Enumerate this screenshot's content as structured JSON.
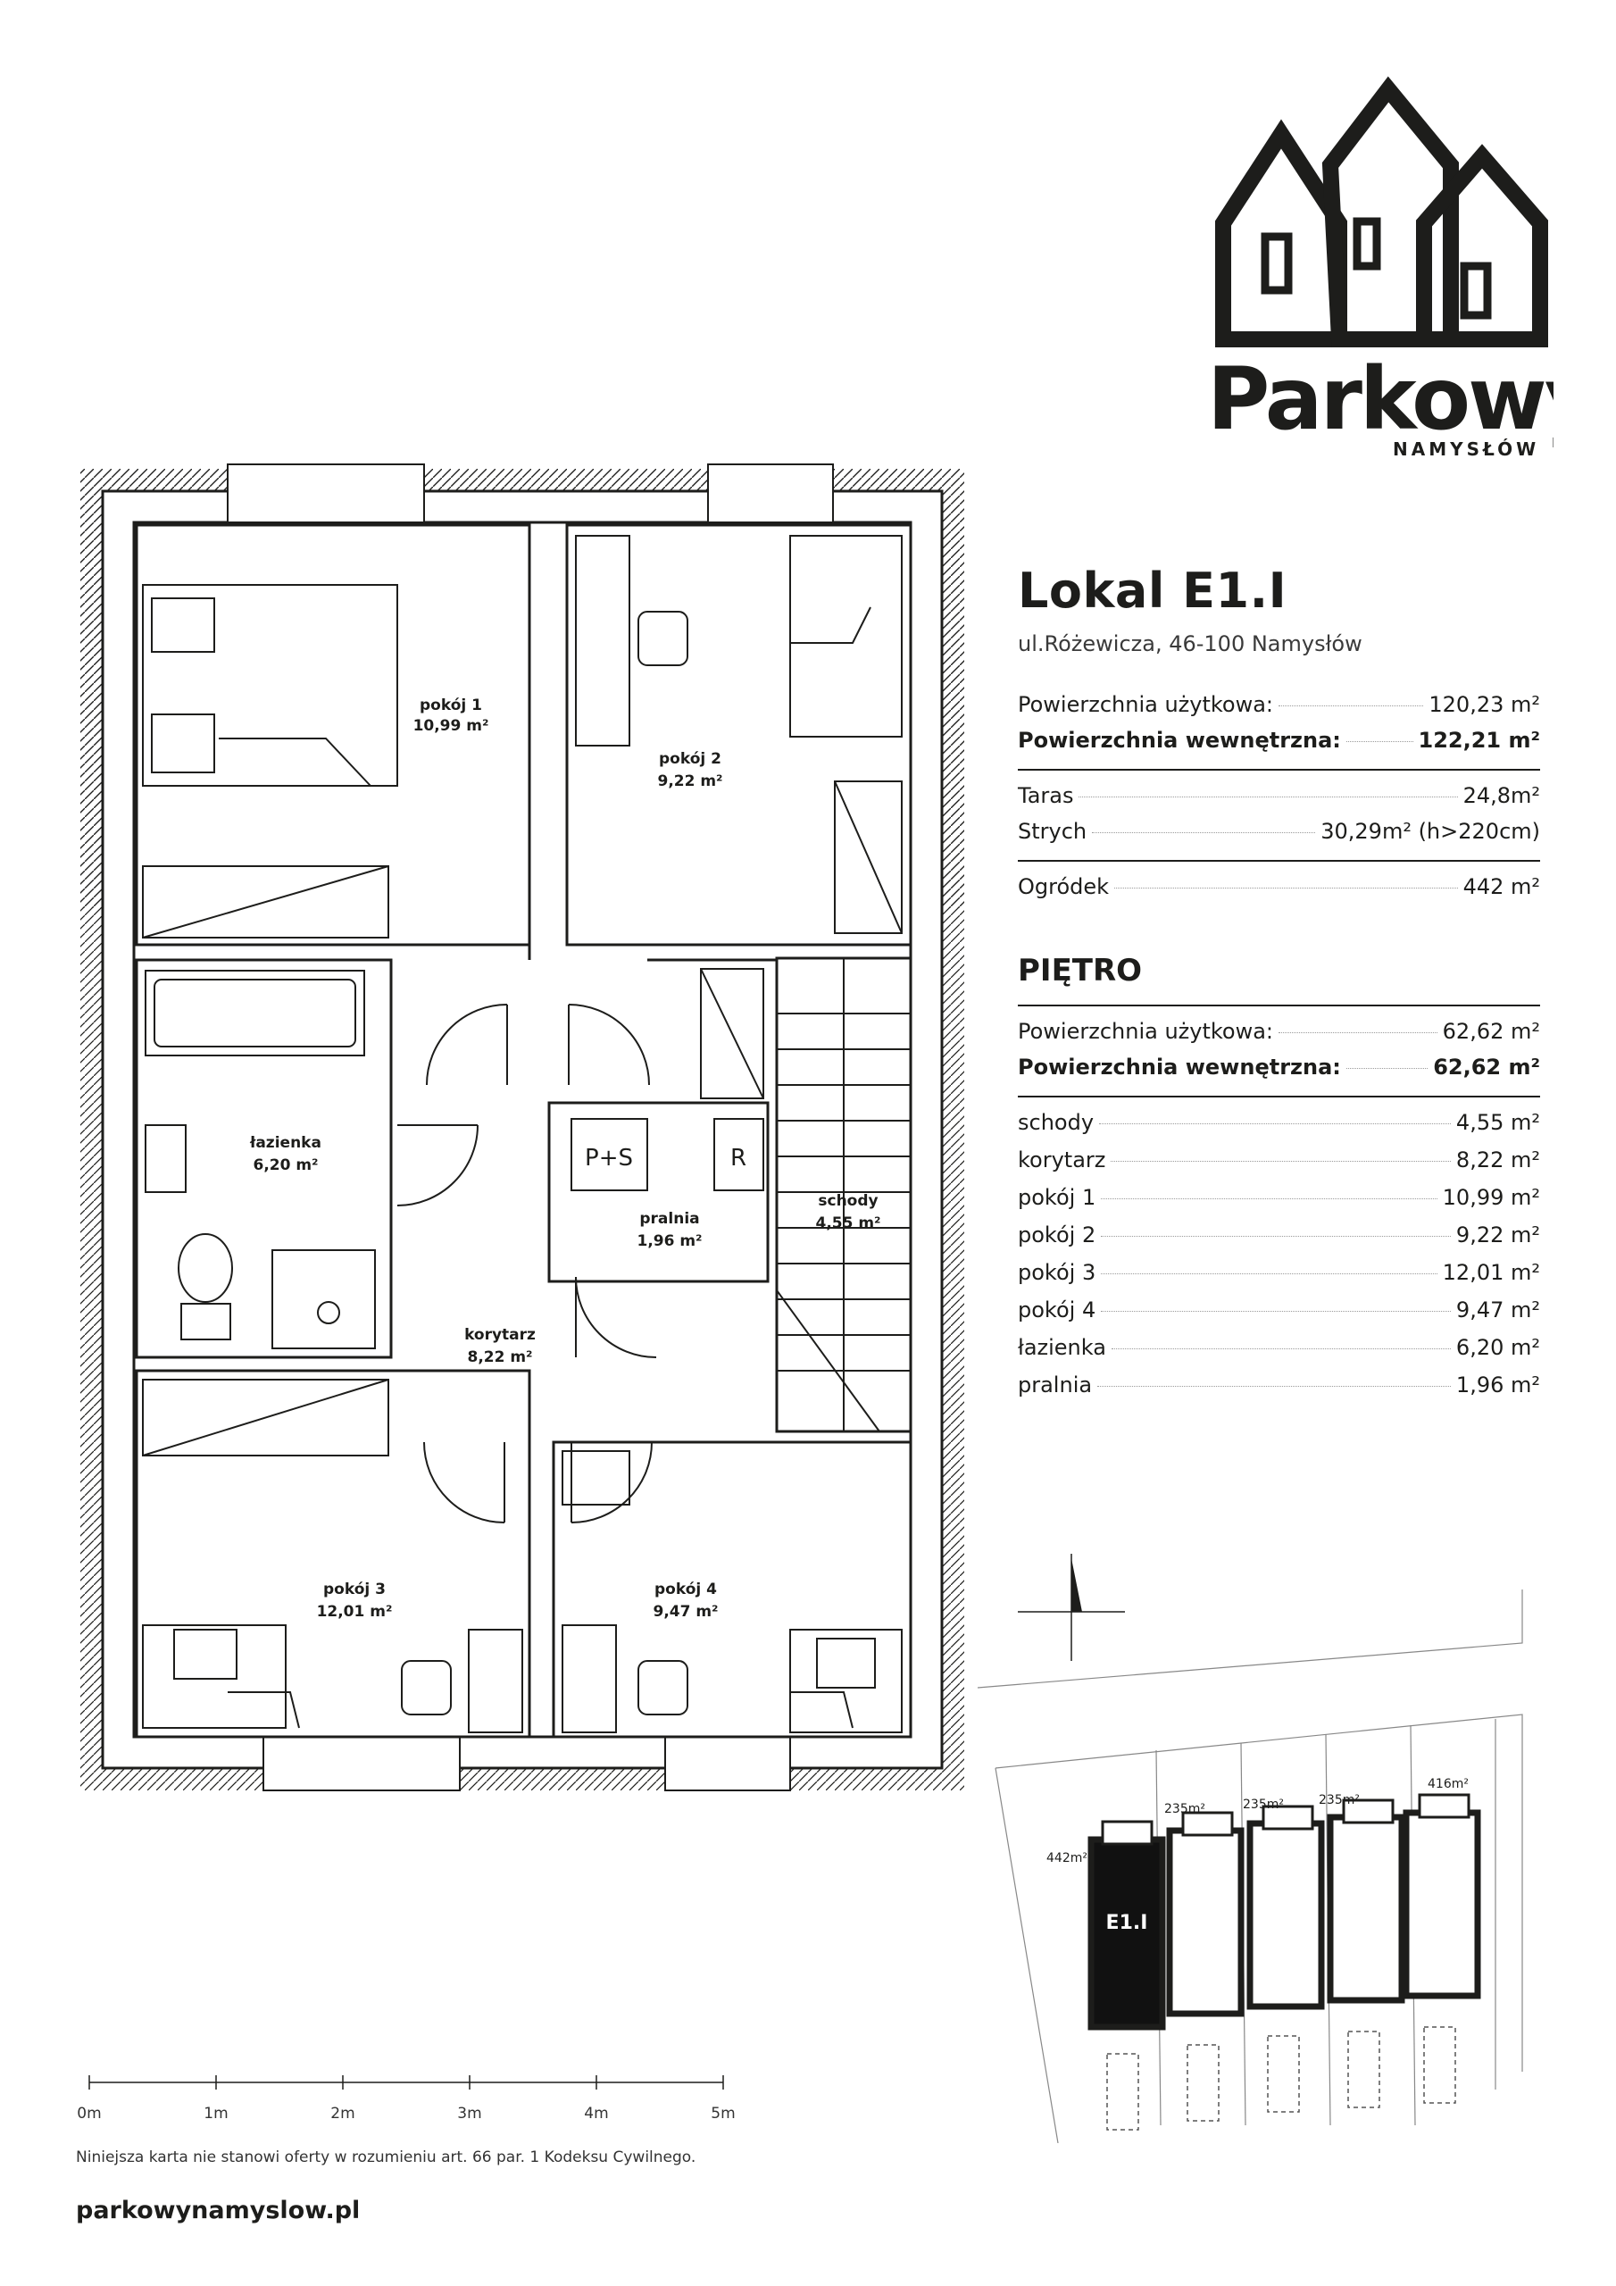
{
  "brand": {
    "name": "Parkowy.",
    "town": "NAMYSŁÓW"
  },
  "unit": {
    "title": "Lokal E1.I",
    "address": "ul.Różewicza, 46-100 Namysłów",
    "summary": [
      {
        "label": "Powierzchnia użytkowa:",
        "value": "120,23 m²",
        "bold": false
      },
      {
        "label": "Powierzchnia wewnętrzna:",
        "value": "122,21 m²",
        "bold": true
      }
    ],
    "extras": [
      {
        "label": "Taras",
        "value": "24,8m²"
      },
      {
        "label": "Strych",
        "value": "30,29m² (h>220cm)"
      }
    ],
    "garden": {
      "label": "Ogródek",
      "value": "442 m²"
    }
  },
  "floor": {
    "title": "PIĘTRO",
    "summary": [
      {
        "label": "Powierzchnia użytkowa:",
        "value": "62,62 m²"
      },
      {
        "label": "Powierzchnia wewnętrzna:",
        "value": "62,62 m²"
      }
    ],
    "rooms": [
      {
        "label": "schody",
        "value": "4,55 m²"
      },
      {
        "label": "korytarz",
        "value": "8,22 m²"
      },
      {
        "label": "pokój 1",
        "value": "10,99 m²"
      },
      {
        "label": "pokój 2",
        "value": "9,22 m²"
      },
      {
        "label": "pokój 3",
        "value": "12,01 m²"
      },
      {
        "label": "pokój 4",
        "value": "9,47 m²"
      },
      {
        "label": "łazienka",
        "value": "6,20 m²"
      },
      {
        "label": "pralnia",
        "value": "1,96 m²"
      }
    ]
  },
  "plan": {
    "pokoj1": {
      "name": "pokój 1",
      "area": "10,99 m²"
    },
    "pokoj2": {
      "name": "pokój 2",
      "area": "9,22 m²"
    },
    "pokoj3": {
      "name": "pokój 3",
      "area": "12,01 m²"
    },
    "pokoj4": {
      "name": "pokój 4",
      "area": "9,47 m²"
    },
    "lazienka": {
      "name": "łazienka",
      "area": "6,20 m²"
    },
    "pralnia": {
      "name": "pralnia",
      "area": "1,96 m²"
    },
    "schody": {
      "name": "schody",
      "area": "4,55 m²"
    },
    "korytarz": {
      "name": "korytarz",
      "area": "8,22 m²"
    },
    "ps_label": "P+S",
    "r_label": "R"
  },
  "scale": {
    "ticks": [
      "0m",
      "1m",
      "2m",
      "3m",
      "4m",
      "5m"
    ]
  },
  "site": {
    "plots": [
      "442m²",
      "235m²",
      "235m²",
      "235m²",
      "416m²"
    ],
    "unit_label": "E1.I"
  },
  "footer": {
    "note": "Niniejsza karta nie stanowi oferty w rozumieniu art. 66 par. 1 Kodeksu Cywilnego.",
    "url": "parkowynamyslow.pl"
  }
}
